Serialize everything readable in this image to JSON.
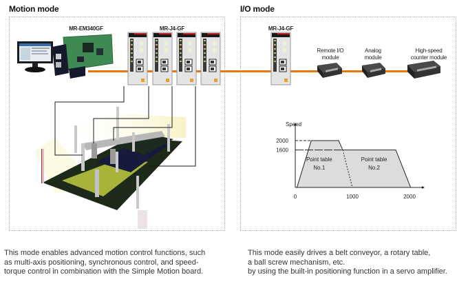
{
  "motion_mode": {
    "title": "Motion mode",
    "board_label": "MR-EM340GF",
    "amplifier_label": "MR-J4-GF",
    "amplifier_count": 4,
    "description_lines": [
      "This mode enables advanced motion control functions, such",
      "as multi-axis positioning, synchronous control, and speed-",
      "torque control in combination with the Simple Motion board."
    ]
  },
  "io_mode": {
    "title": "I/O mode",
    "amplifier_label": "MR-J4-GF",
    "modules": [
      {
        "line1": "Remote I/O",
        "line2": "module"
      },
      {
        "line1": "Analog",
        "line2": "module"
      },
      {
        "line1": "High-speed",
        "line2": "counter module"
      }
    ],
    "description_lines": [
      "This mode easily drives a belt conveyor, a rotary table,",
      "a ball screw mechanism, etc.",
      "by using the built-in positioning function in a servo amplifier."
    ]
  },
  "colors": {
    "network_line": "#e8780e",
    "chart_fill": "#dcdcdc"
  },
  "chart_data": {
    "type": "area",
    "title": "",
    "ylabel": "Speed",
    "xlabel": "",
    "x_ticks": [
      "0",
      "1000",
      "2000"
    ],
    "y_ticks": [
      "2000",
      "1600"
    ],
    "xlim": [
      0,
      2100
    ],
    "ylim": [
      0,
      2500
    ],
    "series": [
      {
        "name": "Point table No.1",
        "label_line1": "Point table",
        "label_line2": "No.1",
        "points": [
          [
            30,
            0
          ],
          [
            280,
            2000
          ],
          [
            760,
            2000
          ],
          [
            1000,
            0
          ]
        ]
      },
      {
        "name": "Point table No.2",
        "label_line1": "Point table",
        "label_line2": "No.2",
        "points": [
          [
            830,
            1600
          ],
          [
            1760,
            1600
          ],
          [
            2020,
            0
          ]
        ]
      }
    ],
    "grid": false
  }
}
